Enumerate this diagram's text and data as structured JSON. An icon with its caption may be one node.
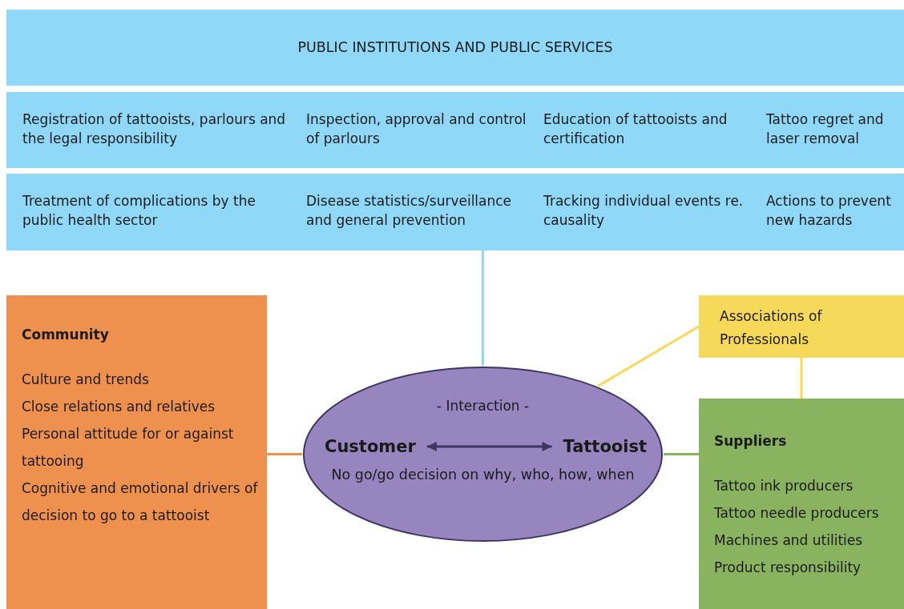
{
  "diagram": {
    "nodes": [
      {
        "text": [
          "PUBLIC INSTITUTIONS AND PUBLIC SERVICES"
        ]
      },
      {
        "text": [
          "Registration of tattooists, parlours and the legal responsibility",
          "Inspection, approval and control of parlours",
          "Education of tattooists and certification",
          "Tattoo regret and laser removal"
        ]
      },
      {
        "text": [
          "Treatment of complications by the public health sector",
          "Disease statistics/surveillance and general prevention",
          "Tracking individual events re. causality",
          "Actions to prevent new hazards"
        ]
      },
      {
        "text": [
          "Community",
          "Culture and trends",
          "Close relations and relatives",
          "Personal attitude for or against tattooing",
          "Cognitive and emotional drivers of decision to go to a tattooist"
        ]
      },
      {
        "text": [
          "- Interaction -",
          "No go/go decision on why, who, how, when"
        ]
      },
      {
        "text": [
          "Customer"
        ],
        "in": 4
      },
      {
        "text": [
          "Tattooist"
        ],
        "in": 4
      },
      {
        "text": [
          "Associations of Professionals"
        ]
      },
      {
        "text": [
          "Suppliers",
          "Tattoo ink producers",
          "Tattoo needle producers",
          "Machines and utilities",
          "Product responsibility"
        ]
      }
    ],
    "edges": [
      {
        "from": 2,
        "to": 4,
        "arrow": "none",
        "color": "#8fd8f7"
      },
      {
        "from": 3,
        "to": 4,
        "arrow": "none",
        "color": "#ef914e"
      },
      {
        "from": 4,
        "to": 8,
        "arrow": "none",
        "color": "#8ab35f"
      },
      {
        "from": 7,
        "to": 4,
        "arrow": "none",
        "color": "#f7d95a"
      },
      {
        "from": 7,
        "to": 8,
        "arrow": "none",
        "color": "#f7d95a"
      },
      {
        "from": 5,
        "to": 6,
        "arrow": "both",
        "color": "#3e3560"
      }
    ]
  }
}
